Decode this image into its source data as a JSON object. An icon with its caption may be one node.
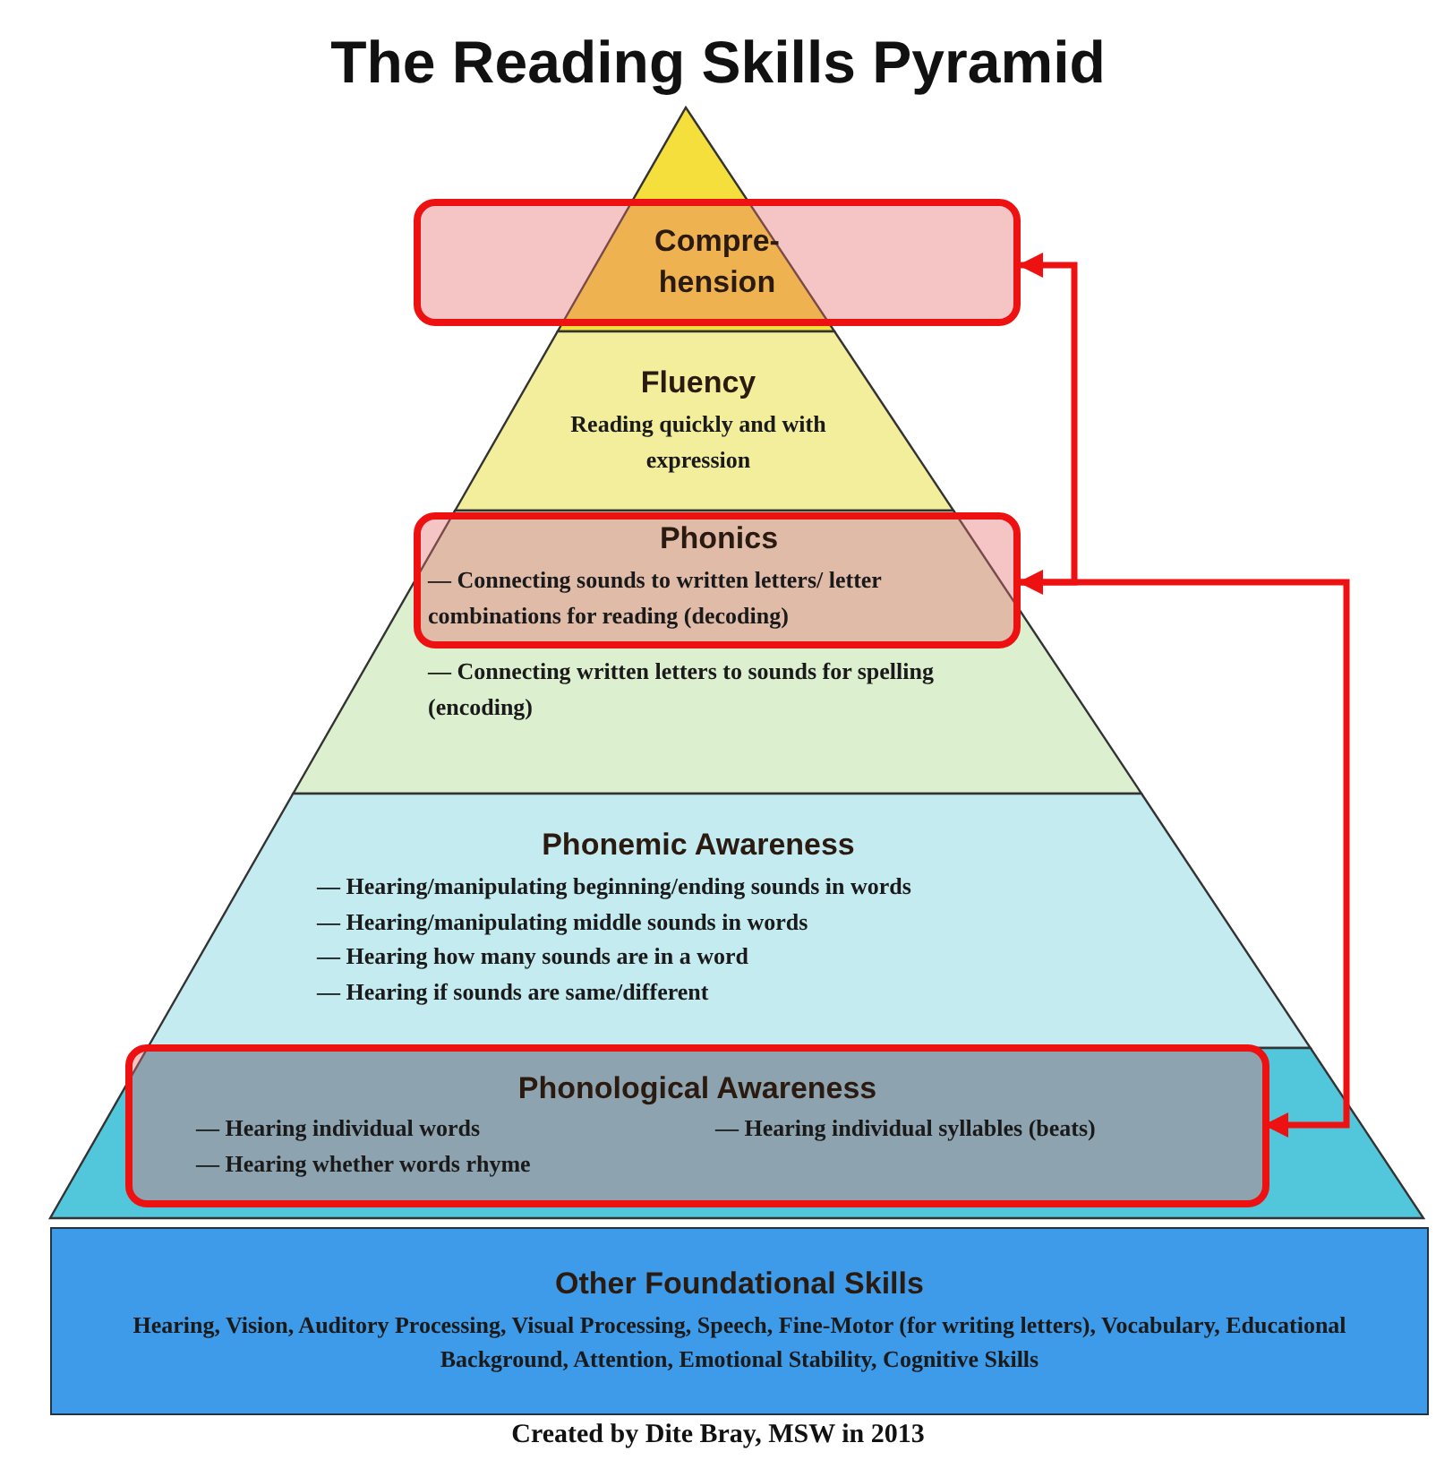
{
  "diagram": {
    "title": "The Reading Skills Pyramid",
    "caption": "Created by Dite Bray, MSW in 2013",
    "nodes": [
      {
        "text": [
          "Compre- hension"
        ]
      },
      {
        "text": [
          "Fluency",
          "Reading quickly and with expression"
        ]
      },
      {
        "text": [
          "Phonics",
          "— Connecting sounds to written letters/ letter combinations for reading (decoding)",
          "— Connecting written letters to sounds for spelling (encoding)"
        ]
      },
      {
        "text": [
          "Phonemic Awareness",
          "— Hearing/manipulating beginning/ending sounds in words",
          "— Hearing/manipulating middle sounds in words",
          "— Hearing how many sounds are in a word",
          "— Hearing if sounds are same/different"
        ]
      },
      {
        "text": [
          "Phonological Awareness",
          "— Hearing individual words",
          "— Hearing individual syllables (beats)",
          "— Hearing whether words rhyme"
        ]
      },
      {
        "text": [
          "Other Foundational Skills",
          "Hearing, Vision, Auditory Processing, Visual Processing, Speech, Fine-Motor (for writing letters), Vocabulary, Educational Background, Attention, Emotional Stability, Cognitive Skills"
        ]
      }
    ],
    "edges": [
      {
        "from": 4,
        "to": 2,
        "arrow": "both",
        "color": "#ee1111"
      },
      {
        "from": 2,
        "to": 0,
        "arrow": "to",
        "color": "#ee1111"
      }
    ]
  }
}
